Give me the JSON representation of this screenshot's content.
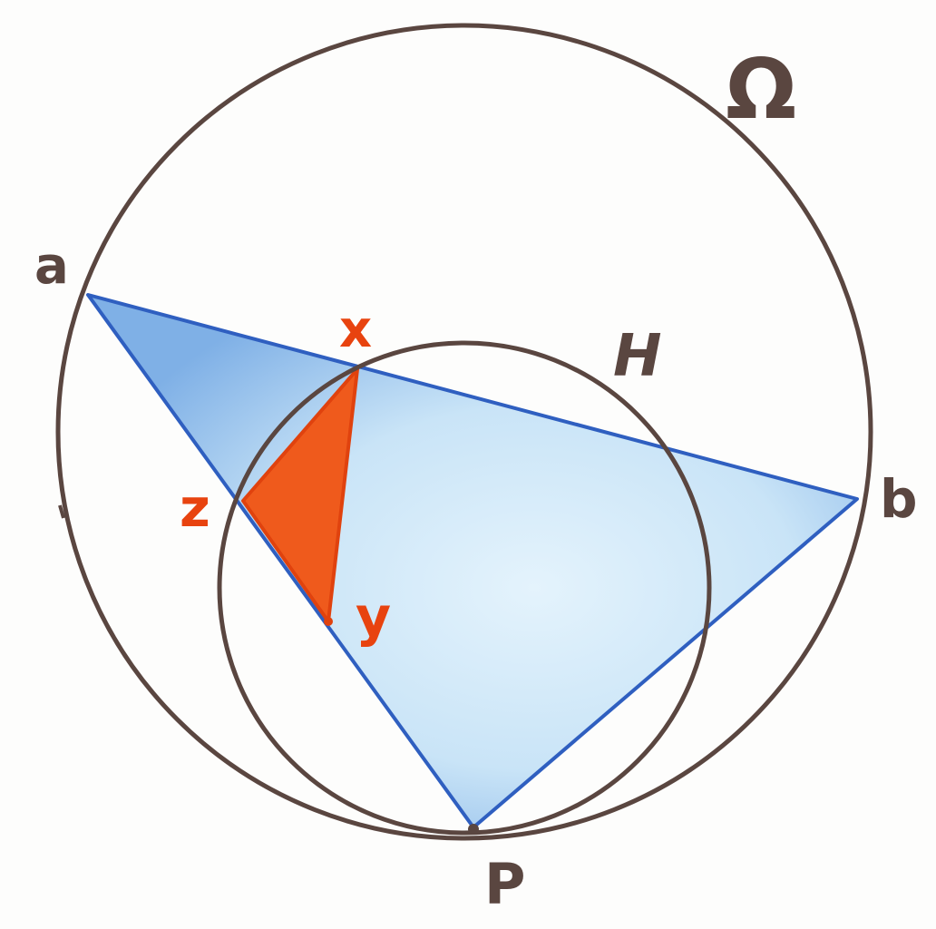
{
  "diagram": {
    "labels": {
      "omega": "Ω",
      "h": "H",
      "a": "a",
      "b": "b",
      "p": "P",
      "x": "x",
      "y": "y",
      "z": "z"
    },
    "colors": {
      "circle_stroke": "#5a4640",
      "blue_triangle_fill_edge": "#7fb0e6",
      "blue_triangle_fill_center": "#e4f3fc",
      "blue_triangle_stroke": "#2f5fc0",
      "orange_triangle_fill": "#ef5a1c",
      "orange_triangle_stroke": "#e0420e",
      "label_dark": "#5a4640",
      "label_orange": "#e8430f"
    }
  }
}
